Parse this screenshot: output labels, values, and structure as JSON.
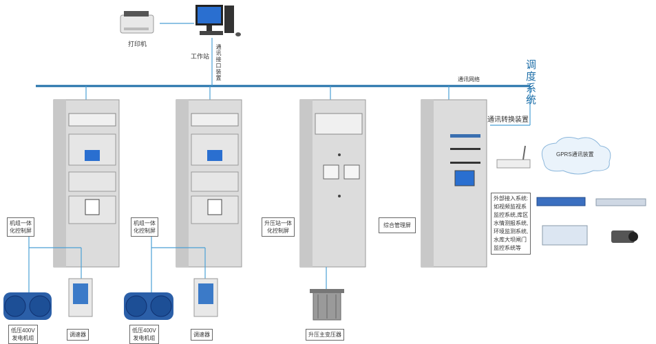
{
  "top": {
    "printer_label": "打印机",
    "workstation_label": "工作站",
    "comm_interface_label": "通讯接口装置",
    "comm_network_label": "通讯网络",
    "dispatch_label": "调度系统",
    "comm_converter_label": "通讯转换装置"
  },
  "cabinets": [
    {
      "label": "机组一体\n化控制屏"
    },
    {
      "label": "机组一体\n化控制屏"
    },
    {
      "label": "升压站一体\n化控制屏"
    },
    {
      "label": "综合管理屏"
    }
  ],
  "bottom": {
    "generator1_label": "低压400V\n发电机组",
    "governor1_label": "调速器",
    "generator2_label": "低压400V\n发电机组",
    "governor2_label": "调速器",
    "transformer_label": "升压主变压器"
  },
  "right": {
    "gprs_label": "GPRS通讯装置",
    "external_systems_label": "外部接入系统:\n如视频监视系\n监控系统,库区\n水情测报系统,\n环境监测系统,\n水库大坝闸门\n监控系统等"
  },
  "colors": {
    "bus": "#1f6fa8",
    "line": "#4a9fd4",
    "cabinet": "#dcdcdc"
  }
}
